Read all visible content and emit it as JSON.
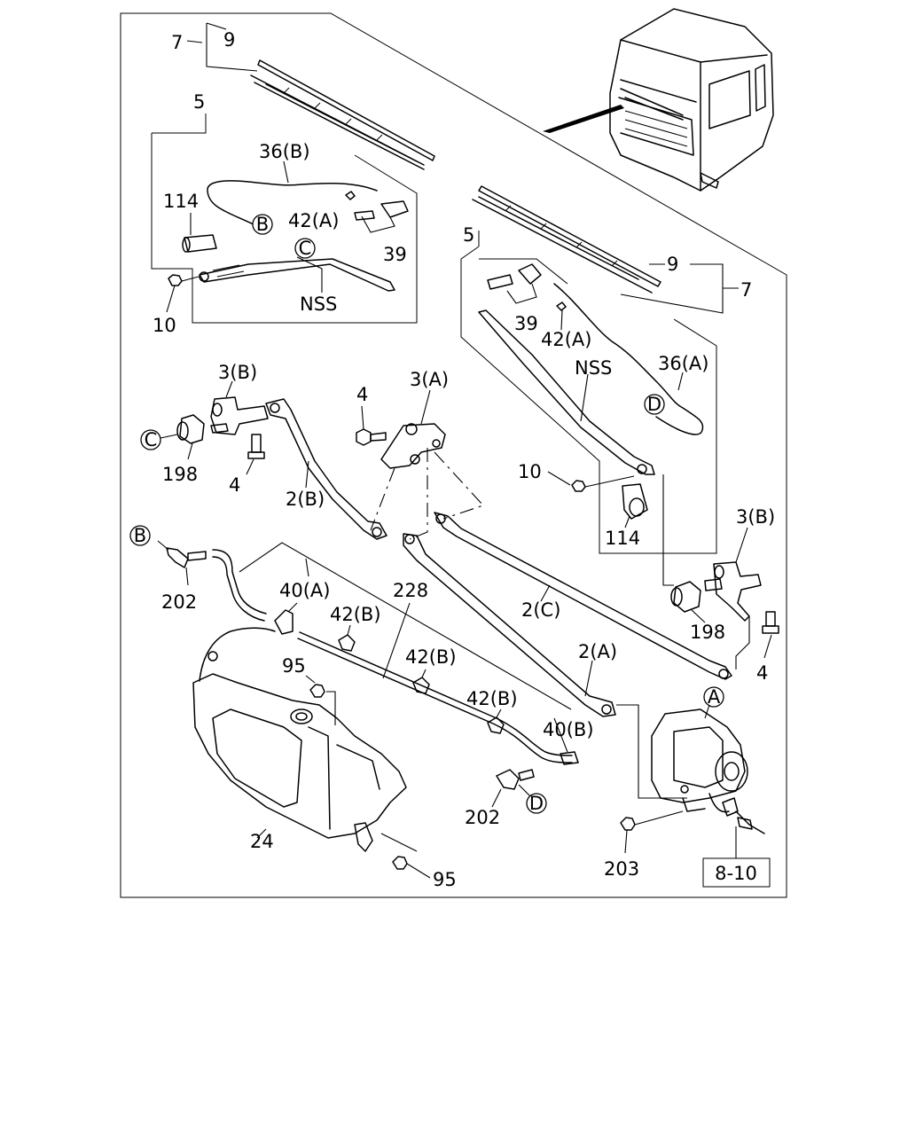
{
  "diagram": {
    "labels": {
      "l7a": "7",
      "l9a": "9",
      "l5a": "5",
      "l36b": "36(B)",
      "l114a": "114",
      "l42a_a": "42(A)",
      "l39a": "39",
      "lNSSa": "NSS",
      "l10a": "10",
      "l5b": "5",
      "l9b": "9",
      "l7b": "7",
      "l39b": "39",
      "l42a_b": "42(A)",
      "lNSSb": "NSS",
      "l36a": "36(A)",
      "l3b_a": "3(B)",
      "l4a": "4",
      "l3a": "3(A)",
      "l198a": "198",
      "l4b": "4",
      "l2b": "2(B)",
      "l10b": "10",
      "l114b": "114",
      "l202a": "202",
      "l40a": "40(A)",
      "l228": "228",
      "l42b_a": "42(B)",
      "l42b_b": "42(B)",
      "l42b_c": "42(B)",
      "l95a": "95",
      "l2c": "2(C)",
      "l2a": "2(A)",
      "l3b_b": "3(B)",
      "l198b": "198",
      "l4c": "4",
      "l40b": "40(B)",
      "l202b": "202",
      "l24": "24",
      "l95b": "95",
      "l203": "203",
      "ref": "8-10"
    },
    "callouts": {
      "c_C1": "C",
      "c_B1": "B",
      "c_C2": "C",
      "c_B2": "B",
      "c_D1": "D",
      "c_D2": "D",
      "c_A": "A"
    }
  }
}
